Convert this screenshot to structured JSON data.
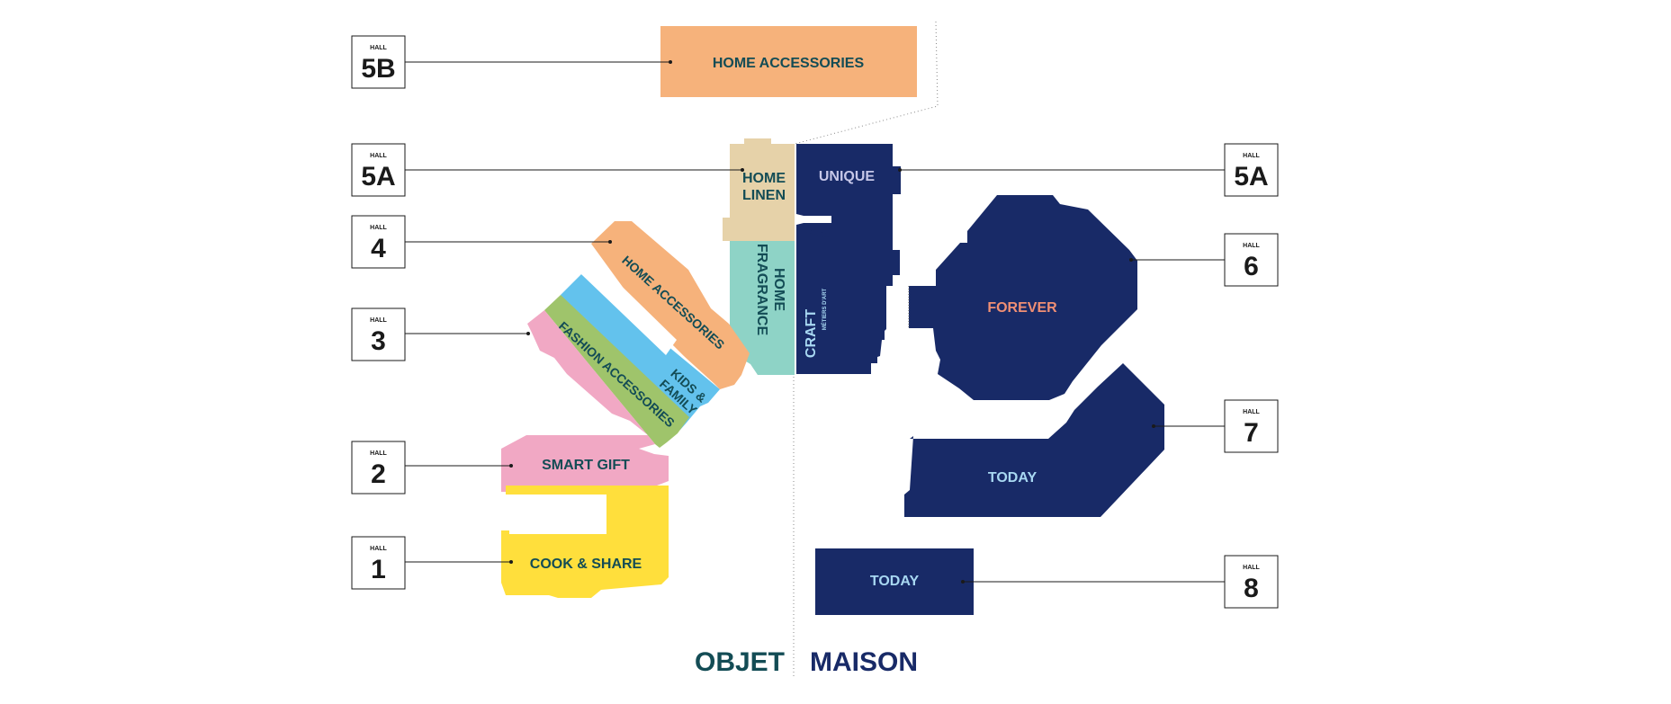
{
  "hall_word": "HALL",
  "colors": {
    "navy": "#182a67",
    "orange": "#f6b27b",
    "beige": "#e6d2a9",
    "teal": "#8ed3c6",
    "blue": "#63c2ed",
    "green": "#9fc46b",
    "pink": "#f1a8c4",
    "yellow": "#ffdf3c",
    "label_dark": "#134c55",
    "label_light_blue": "#a8d8f2",
    "label_coral": "#f08f74",
    "label_lavender": "#c6c7e8"
  },
  "halls": [
    {
      "id": "5B",
      "number": "5B"
    },
    {
      "id": "5A-left",
      "number": "5A"
    },
    {
      "id": "4",
      "number": "4"
    },
    {
      "id": "3",
      "number": "3"
    },
    {
      "id": "2",
      "number": "2"
    },
    {
      "id": "1",
      "number": "1"
    },
    {
      "id": "5A-right",
      "number": "5A"
    },
    {
      "id": "6",
      "number": "6"
    },
    {
      "id": "7",
      "number": "7"
    },
    {
      "id": "8",
      "number": "8"
    }
  ],
  "zones": {
    "home_accessories_5b": "HOME ACCESSORIES",
    "home_linen_1": "HOME",
    "home_linen_2": "LINEN",
    "home_fragrance_1": "HOME",
    "home_fragrance_2": "FRAGRANCE",
    "home_accessories_4": "HOME ACCESSORIES",
    "kids_family_1": "KIDS &",
    "kids_family_2": "FAMILY",
    "fashion_accessories": "FASHION ACCESSORIES",
    "smart_gift": "SMART GIFT",
    "cook_share": "COOK & SHARE",
    "unique": "UNIQUE",
    "craft": "CRAFT",
    "craft_small": "MÉTIERS D'ART",
    "forever": "FOREVER",
    "today_7": "TODAY",
    "today_8": "TODAY"
  },
  "brands": {
    "objet": "OBJET",
    "maison": "MAISON"
  }
}
